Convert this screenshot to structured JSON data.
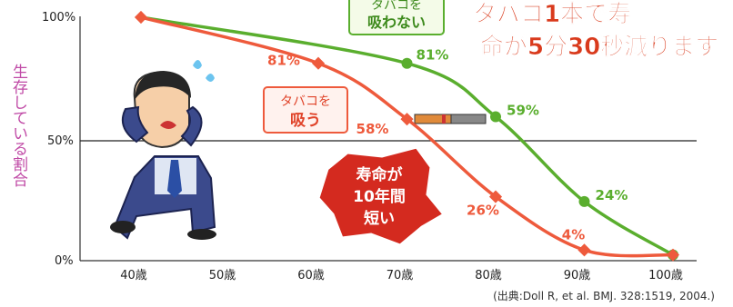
{
  "chart_data": {
    "type": "line",
    "title": "タバコ1本で寿命が5分30秒減ります",
    "ylabel": "生存している割合",
    "x": [
      "40歳",
      "50歳",
      "60歳",
      "70歳",
      "80歳",
      "90歳",
      "100歳"
    ],
    "x_numeric": [
      40,
      50,
      60,
      70,
      80,
      90,
      100
    ],
    "y_ticks": [
      "0%",
      "50%",
      "100%"
    ],
    "ylim": [
      0,
      100
    ],
    "series": [
      {
        "name": "タバコを吸わない",
        "color": "#5aae2e",
        "points": [
          [
            40,
            100
          ],
          [
            70,
            81
          ],
          [
            80,
            59
          ],
          [
            90,
            24
          ],
          [
            100,
            2
          ]
        ],
        "labels": [
          "",
          "81%",
          "59%",
          "24%",
          ""
        ]
      },
      {
        "name": "タバコを吸う",
        "color": "#ee5a3c",
        "points": [
          [
            40,
            100
          ],
          [
            60,
            81
          ],
          [
            70,
            58
          ],
          [
            80,
            26
          ],
          [
            90,
            4
          ],
          [
            100,
            2
          ]
        ],
        "labels": [
          "",
          "81%",
          "58%",
          "26%",
          "4%",
          ""
        ]
      }
    ],
    "annotation": [
      "寿命が",
      "10年間",
      "短い"
    ],
    "source": "(出典:Doll R, et al. BMJ. 328:1519, 2004.)",
    "grid": false
  },
  "colors": {
    "axis": "#333333",
    "midline": "#222222",
    "ylabel": "#c04aa6",
    "title": "#d93a1c",
    "badge": "#d42a1f"
  }
}
